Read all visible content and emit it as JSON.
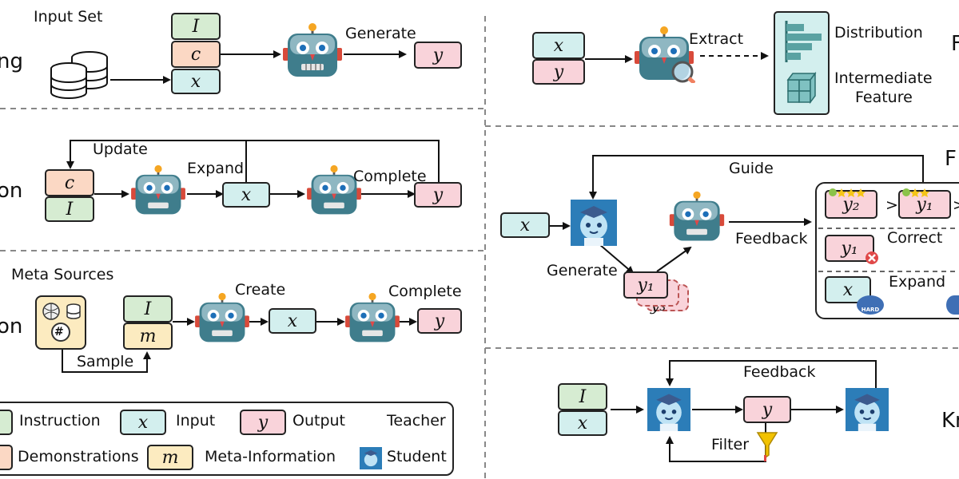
{
  "colors": {
    "instruction": "#d6ecd2",
    "demonstrations": "#fbd8c4",
    "input": "#d3efee",
    "output": "#f9d3da",
    "meta": "#fcebc0",
    "robot_body": "#3f7d8c",
    "filter_funnel": "#f2c200",
    "error_badge": "#e04848"
  },
  "symbols": {
    "I": "I",
    "c": "c",
    "x": "x",
    "y": "y",
    "m": "m",
    "y1": "y₁",
    "y2": "y₂",
    "y3": "y₃",
    "gt": ">",
    "hash": "#"
  },
  "left_panel": {
    "row1": {
      "cut_label": "ng",
      "input_set": "Input Set",
      "generate": "Generate"
    },
    "row2": {
      "cut_label": "on",
      "update": "Update",
      "expand": "Expand",
      "complete": "Complete"
    },
    "row3": {
      "cut_label": "on",
      "meta_sources": "Meta Sources",
      "create": "Create",
      "complete": "Complete",
      "sample": "Sample"
    },
    "legend": {
      "instruction": "Instruction",
      "input": "Input",
      "output": "Output",
      "teacher": "Teacher",
      "demonstrations": "Demonstrations",
      "meta_information": "Meta-Information",
      "student": "Student"
    }
  },
  "right_panel": {
    "row1": {
      "cut_label": "F",
      "extract": "Extract",
      "distribution": "Distribution",
      "intermediate": "Intermediate",
      "feature": "Feature"
    },
    "row2": {
      "cut_label": "F",
      "guide": "Guide",
      "generate": "Generate",
      "feedback": "Feedback",
      "correct": "Correct",
      "expand": "Expand",
      "hard_badge": "HARD"
    },
    "row3": {
      "cut_label": "Kn",
      "feedback": "Feedback",
      "filter": "Filter"
    }
  }
}
